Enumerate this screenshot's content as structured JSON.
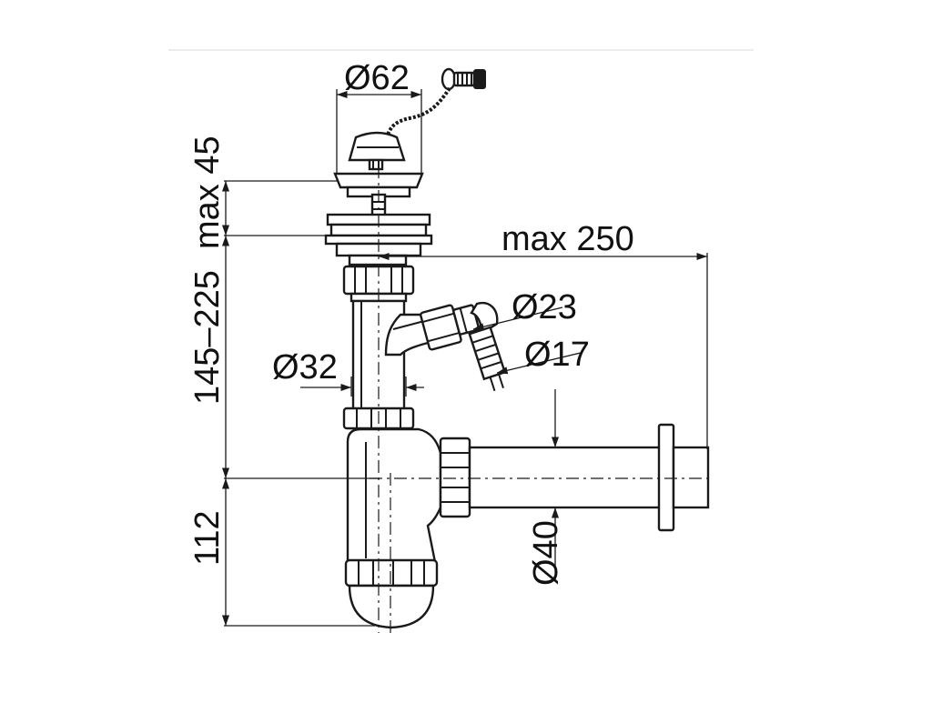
{
  "diagram": {
    "dimensions": {
      "strainer_diameter": "Ø62",
      "top_height": "max 45",
      "reach": "max 250",
      "hose_connector_outer": "Ø23",
      "hose_connector_inner": "Ø17",
      "pipe_diameter": "Ø32",
      "adjustable_height": "145–225",
      "outlet_diameter": "Ø40",
      "trap_depth": "112"
    }
  }
}
